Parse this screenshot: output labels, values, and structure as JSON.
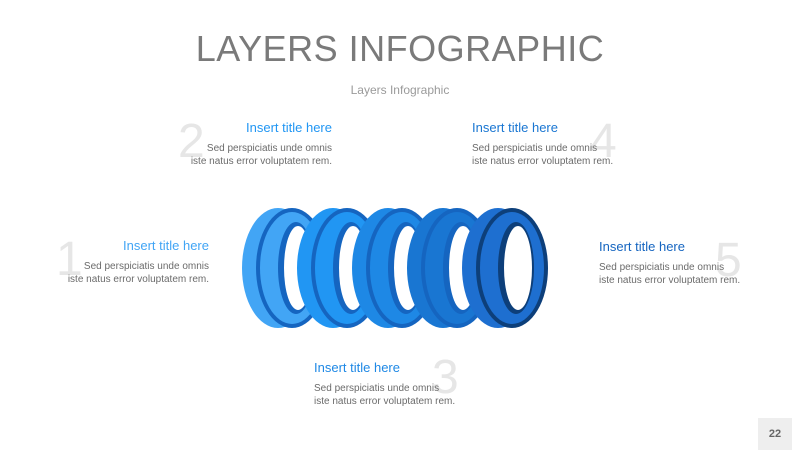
{
  "header": {
    "title": "LAYERS INFOGRAPHIC",
    "subtitle": "Layers Infographic"
  },
  "items": [
    {
      "number": "1",
      "title": "Insert title here",
      "desc_line1": "Sed perspiciatis unde omnis",
      "desc_line2": "iste natus error voluptatem rem.",
      "color": "#42a5f5"
    },
    {
      "number": "2",
      "title": "Insert title here",
      "desc_line1": "Sed perspiciatis unde omnis",
      "desc_line2": "iste natus error voluptatem rem.",
      "color": "#2196f3"
    },
    {
      "number": "3",
      "title": "Insert title here",
      "desc_line1": "Sed perspiciatis unde omnis",
      "desc_line2": "iste natus error voluptatem rem.",
      "color": "#1e88e5"
    },
    {
      "number": "4",
      "title": "Insert title here",
      "desc_line1": "Sed perspiciatis unde omnis",
      "desc_line2": "iste natus error voluptatem rem.",
      "color": "#1976d2"
    },
    {
      "number": "5",
      "title": "Insert title here",
      "desc_line1": "Sed perspiciatis unde omnis",
      "desc_line2": "iste natus error voluptatem rem.",
      "color": "#1565c0"
    }
  ],
  "ring_colors": {
    "outer": [
      "#42a5f5",
      "#2196f3",
      "#1e88e5",
      "#1976d2",
      "#1e6fd0"
    ],
    "inner": [
      "#1565c0",
      "#1565c0",
      "#1565c0",
      "#1565c0",
      "#0d3f7a"
    ]
  },
  "footer": {
    "page_number": "22"
  }
}
